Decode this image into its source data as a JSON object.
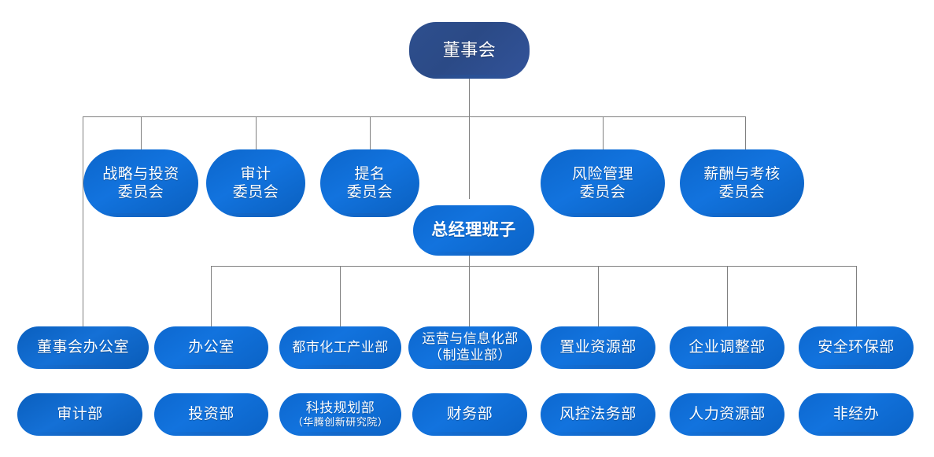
{
  "chart": {
    "type": "org-chart",
    "title": "",
    "line_color": "#808080",
    "colors": {
      "board": "#2e4f8e",
      "node": "#1273de",
      "node_deep": "#0a5fbe",
      "text": "#ffffff"
    }
  },
  "root": {
    "label": "董事会"
  },
  "gm": {
    "label": "总经理班子"
  },
  "committees": [
    {
      "line1": "战略与投资",
      "line2": "委员会"
    },
    {
      "line1": "审计",
      "line2": "委员会"
    },
    {
      "line1": "提名",
      "line2": "委员会"
    },
    {
      "line1": "风险管理",
      "line2": "委员会"
    },
    {
      "line1": "薪酬与考核",
      "line2": "委员会"
    }
  ],
  "departments_row1": [
    {
      "line1": "董事会办公室",
      "line2": ""
    },
    {
      "line1": "办公室",
      "line2": ""
    },
    {
      "line1": "都市化工产业部",
      "line2": ""
    },
    {
      "line1": "运营与信息化部",
      "line2": "（制造业部）"
    },
    {
      "line1": "置业资源部",
      "line2": ""
    },
    {
      "line1": "企业调整部",
      "line2": ""
    },
    {
      "line1": "安全环保部",
      "line2": ""
    }
  ],
  "departments_row2": [
    {
      "line1": "审计部",
      "line2": ""
    },
    {
      "line1": "投资部",
      "line2": ""
    },
    {
      "line1": "科技规划部",
      "line2": "（华腾创新研究院）"
    },
    {
      "line1": "财务部",
      "line2": ""
    },
    {
      "line1": "风控法务部",
      "line2": ""
    },
    {
      "line1": "人力资源部",
      "line2": ""
    },
    {
      "line1": "非经办",
      "line2": ""
    }
  ]
}
